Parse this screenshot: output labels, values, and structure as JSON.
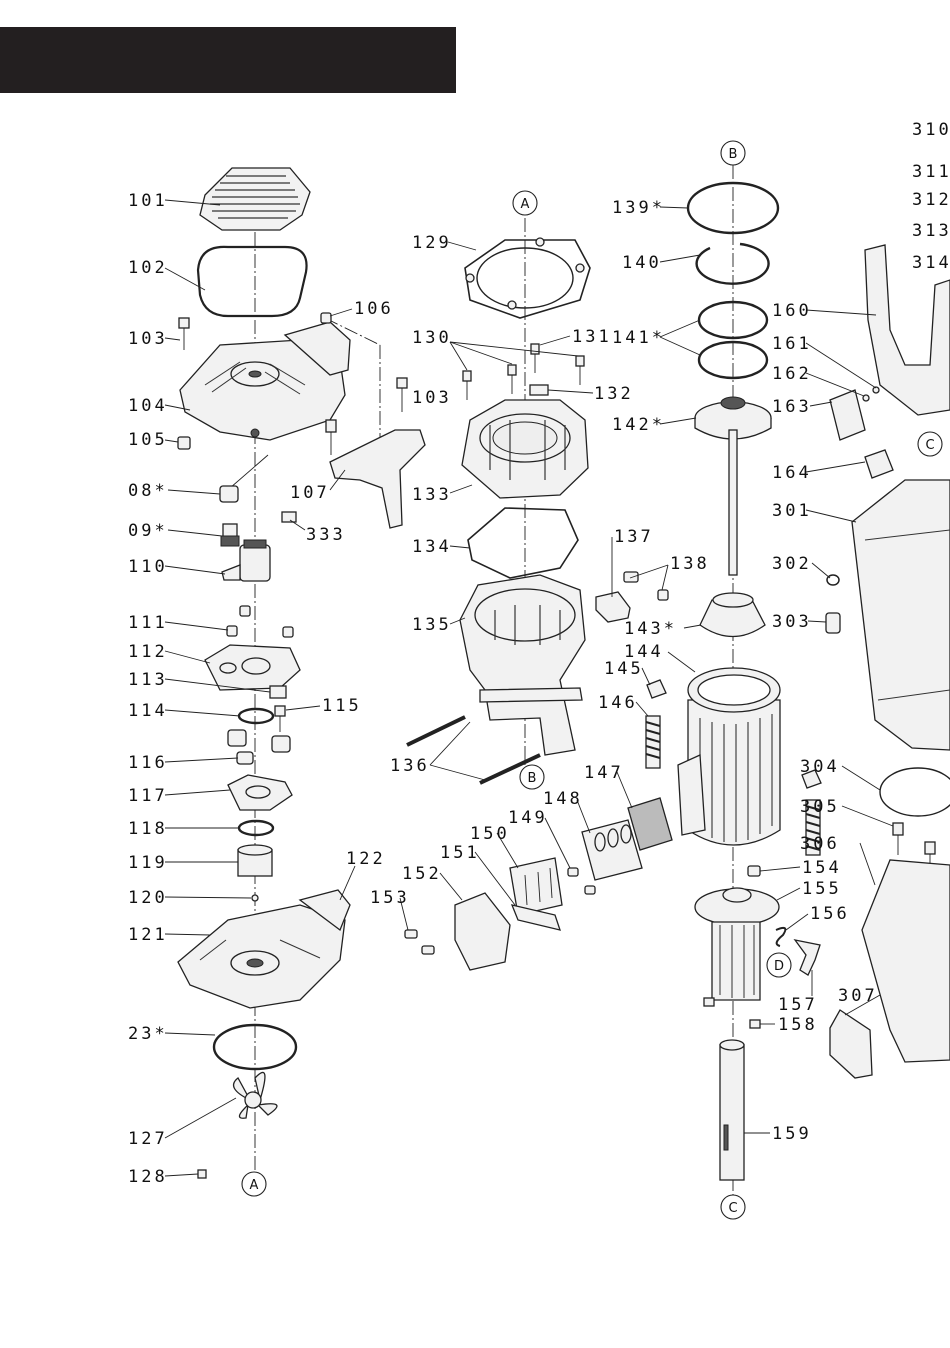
{
  "header": {
    "title": ""
  },
  "refs": {
    "A_top": "A",
    "A_bottom": "A",
    "B_top": "B",
    "B_mid": "B",
    "C_top": "C",
    "C_bottom": "C",
    "D": "D"
  },
  "labels": {
    "p101": "101",
    "p102": "102",
    "p103a": "103",
    "p104": "104",
    "p105": "105",
    "p106": "106",
    "p103b": "103",
    "p107": "107",
    "p08": "08*",
    "p09": "09*",
    "p333": "333",
    "p110": "110",
    "p111": "111",
    "p112": "112",
    "p113": "113",
    "p114": "114",
    "p115": "115",
    "p116": "116",
    "p117": "117",
    "p118": "118",
    "p119": "119",
    "p120": "120",
    "p121": "121",
    "p122": "122",
    "p23": "23*",
    "p127": "127",
    "p128": "128",
    "p129": "129",
    "p130": "130",
    "p131": "131",
    "p132": "132",
    "p133": "133",
    "p134": "134",
    "p135": "135",
    "p136": "136",
    "p137": "137",
    "p138": "138",
    "p139": "139*",
    "p140": "140",
    "p141": "141*",
    "p142": "142*",
    "p143": "143*",
    "p144": "144",
    "p145": "145",
    "p146": "146",
    "p147": "147",
    "p148": "148",
    "p149": "149",
    "p150": "150",
    "p151": "151",
    "p152": "152",
    "p153": "153",
    "p154": "154",
    "p155": "155",
    "p156": "156",
    "p157": "157",
    "p158": "158",
    "p159": "159",
    "p160": "160",
    "p161": "161",
    "p162": "162",
    "p163": "163",
    "p164": "164",
    "p301": "301",
    "p302": "302",
    "p303": "303",
    "p304": "304",
    "p305": "305",
    "p306": "306",
    "p307": "307",
    "p310": "310",
    "p311": "311",
    "p312": "312",
    "p313": "313",
    "p314": "314"
  }
}
